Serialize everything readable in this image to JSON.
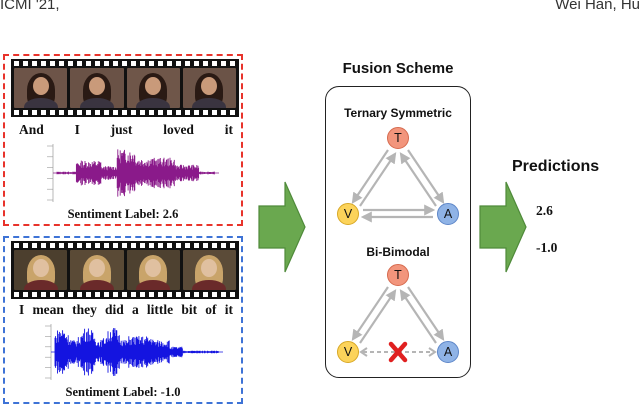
{
  "page_header": {
    "left": "ICMI '21,",
    "right": "Wei Han, Hu"
  },
  "samples": [
    {
      "words": [
        "And",
        "I",
        "just",
        "loved",
        "it"
      ],
      "label": "Sentiment Label: 2.6",
      "border_color": "#e8332b",
      "waveform_color": "#8a1a8a",
      "frame_colors": [
        "#6d5448",
        "#6a5246",
        "#6f5649",
        "#6b5347"
      ]
    },
    {
      "words": [
        "I",
        "mean",
        "they",
        "did",
        "a",
        "little",
        "bit",
        "of",
        "it"
      ],
      "label": "Sentiment Label: -1.0",
      "border_color": "#3e73d6",
      "waveform_color": "#1414e0",
      "frame_colors": [
        "#4c3f2e",
        "#5a4a36",
        "#4e4130",
        "#5b4b38"
      ]
    }
  ],
  "fusion": {
    "title": "Fusion Scheme",
    "schemes": [
      {
        "title": "Ternary Symmetric",
        "nodes": [
          "T",
          "V",
          "A"
        ],
        "va_link_blocked": false
      },
      {
        "title": "Bi-Bimodal",
        "nodes": [
          "T",
          "V",
          "A"
        ],
        "va_link_blocked": true
      }
    ]
  },
  "predictions": {
    "title": "Predictions",
    "values": [
      "2.6",
      "-1.0"
    ]
  },
  "colors": {
    "arrow_green": "#6aa84f",
    "arrow_green_dark": "#4f8a3a",
    "link_gray": "#b5b5b5",
    "blocked_red": "#e02020",
    "text_node": "#f2957c",
    "vision_node": "#fcd35a",
    "audio_node": "#8fb3e6"
  }
}
